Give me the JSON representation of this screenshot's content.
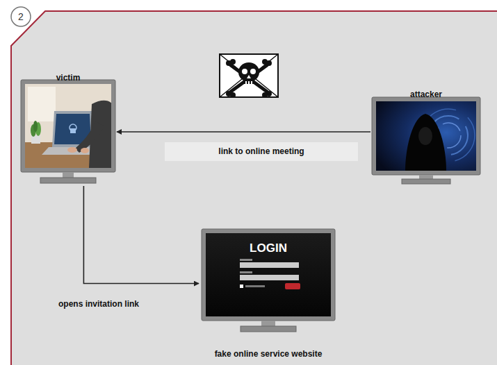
{
  "diagram": {
    "nodes": [
      {
        "text": [
          "victim"
        ]
      },
      {
        "text": [
          "attacker"
        ]
      },
      {
        "text": [
          "LOGIN",
          "fake online service website"
        ]
      }
    ],
    "edges": [
      {
        "from": 1,
        "to": 0,
        "arrow": "to",
        "label": "link to online meeting"
      },
      {
        "from": 0,
        "to": 2,
        "arrow": "to",
        "label": "opens invitation link"
      }
    ],
    "labels": [
      "2"
    ]
  }
}
